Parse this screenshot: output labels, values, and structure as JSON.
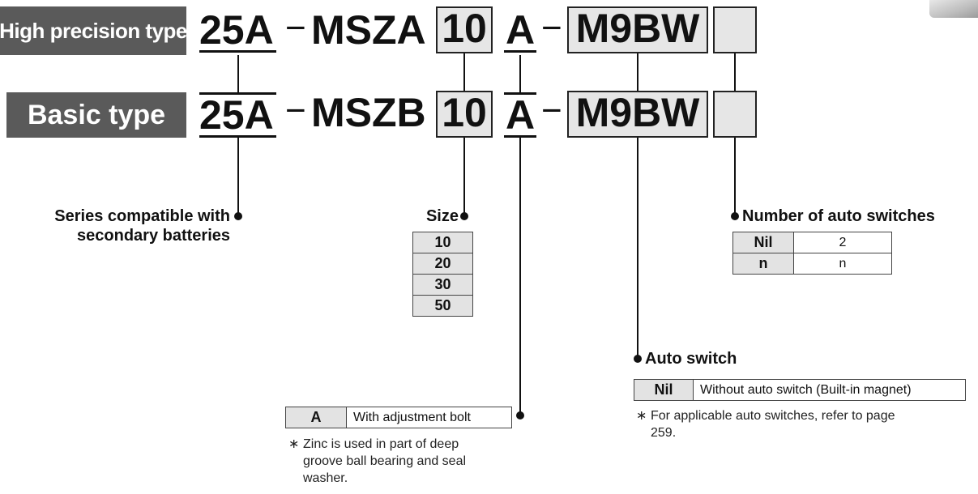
{
  "rows": {
    "high_precision": {
      "label": "High precision type",
      "series": "25A",
      "dash1": "−",
      "model": "MSZA",
      "size": "10",
      "option": "A",
      "dash2": "−",
      "switch": "M9BW"
    },
    "basic": {
      "label": "Basic type",
      "series": "25A",
      "dash1": "−",
      "model": "MSZB",
      "size": "10",
      "option": "A",
      "dash2": "−",
      "switch": "M9BW"
    }
  },
  "callouts": {
    "series": {
      "line1": "Series compatible with",
      "line2": "secondary batteries"
    },
    "size": {
      "heading": "Size",
      "values": [
        "10",
        "20",
        "30",
        "50"
      ]
    },
    "option": {
      "code": "A",
      "desc": "With adjustment bolt",
      "note_mark": "∗",
      "note": [
        "Zinc is used in part of deep",
        "groove ball bearing and seal",
        "washer."
      ]
    },
    "auto_switch": {
      "heading": "Auto switch",
      "code": "Nil",
      "desc": "Without auto switch (Built-in magnet)",
      "note_mark": "∗",
      "note": [
        "For applicable auto switches, refer to page",
        "259."
      ]
    },
    "count": {
      "heading": "Number of auto switches",
      "rows": [
        {
          "code": "Nil",
          "value": "2"
        },
        {
          "code": "n",
          "value": "n"
        }
      ]
    }
  },
  "colors": {
    "label_bg": "#5a5a5a",
    "box_fill": "#e6e6e6",
    "line": "#111111"
  }
}
